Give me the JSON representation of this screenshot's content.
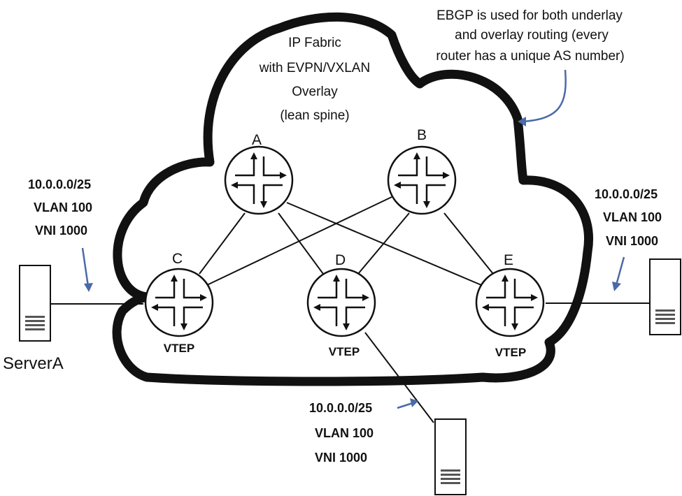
{
  "fabric": {
    "lines": [
      "IP Fabric",
      "with EVPN/VXLAN",
      "Overlay",
      "(lean spine)"
    ]
  },
  "annotation": {
    "lines": [
      "EBGP is used for both underlay",
      "and overlay routing (every",
      "router has a unique AS number)"
    ],
    "arrow_color": "#4a6aa8"
  },
  "routers": {
    "A": {
      "label": "A",
      "role": ""
    },
    "B": {
      "label": "B",
      "role": ""
    },
    "C": {
      "label": "C",
      "role": "VTEP"
    },
    "D": {
      "label": "D",
      "role": "VTEP"
    },
    "E": {
      "label": "E",
      "role": "VTEP"
    }
  },
  "servers": {
    "left": {
      "name": "ServerA",
      "subnet": "10.0.0.0/25",
      "vlan": "VLAN 100",
      "vni": "VNI 1000"
    },
    "right": {
      "name": "",
      "subnet": "10.0.0.0/25",
      "vlan": "VLAN 100",
      "vni": "VNI 1000"
    },
    "bottom": {
      "name": "",
      "subnet": "10.0.0.0/25",
      "vlan": "VLAN 100",
      "vni": "VNI 1000"
    }
  }
}
